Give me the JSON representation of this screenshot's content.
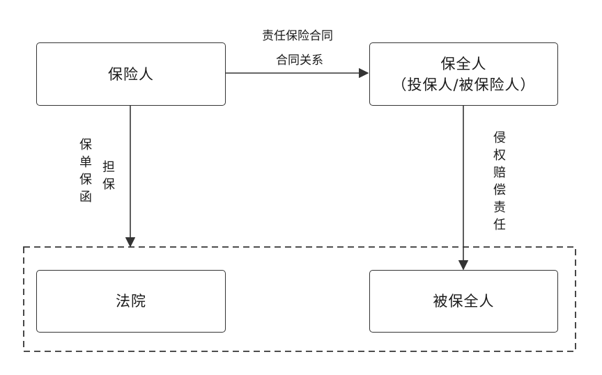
{
  "nodes": {
    "insurer": {
      "label": "保险人"
    },
    "preservation_applicant": {
      "line1": "保全人",
      "line2": "（投保人/被保险人）"
    },
    "court": {
      "label": "法院"
    },
    "respondent": {
      "label": "被保全人"
    }
  },
  "edges": {
    "contract": {
      "label_top": "责任保险合同",
      "label_bottom": "合同关系"
    },
    "guarantee": {
      "label_left": "保单保函",
      "label_right": "担保"
    },
    "tort": {
      "label": "侵权赔偿责任"
    }
  },
  "colors": {
    "stroke": "#333333",
    "text": "#1a1a1a"
  }
}
